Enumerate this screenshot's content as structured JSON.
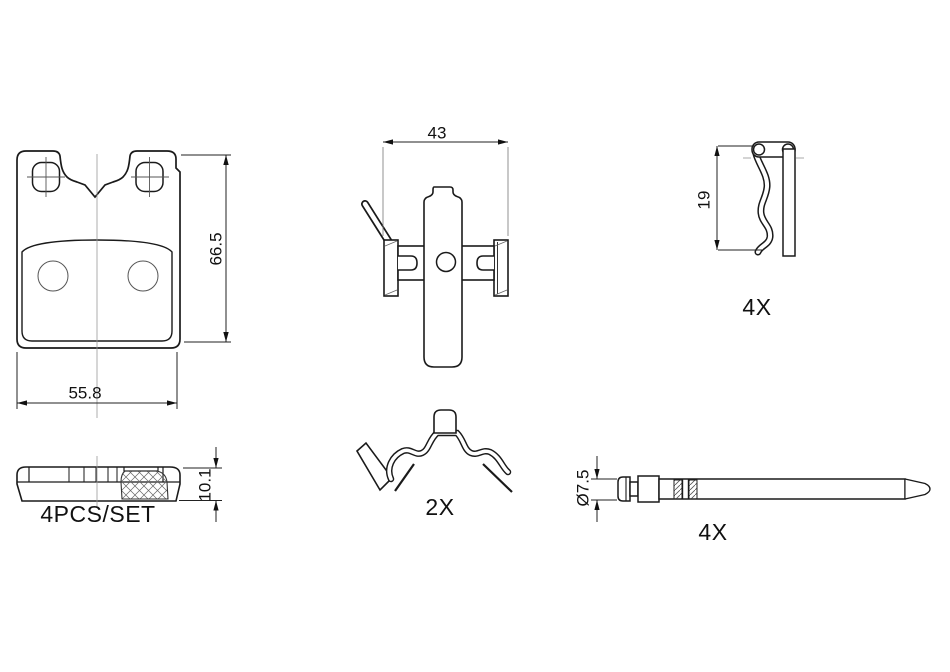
{
  "meta": {
    "drawing_type": "brake pad fitting kit technical drawing",
    "background_color": "#ffffff",
    "line_color": "#1a1a1a",
    "centerline_color": "#999999"
  },
  "parts": {
    "brake_pad": {
      "name": "brake pad",
      "front_view": {
        "width": "55.8",
        "height": "66.5"
      },
      "side_view": {
        "thickness": "10.1"
      },
      "set_label": "4PCS/SET"
    },
    "cross_spring": {
      "name": "pad retaining spring plate",
      "width": "43"
    },
    "r_clip": {
      "name": "retainer clip",
      "height": "19",
      "quantity": "4X"
    },
    "bow_spring": {
      "name": "anti-rattle spring",
      "quantity": "2X"
    },
    "guide_pin": {
      "name": "pad guide pin",
      "diameter": "Ø7.5",
      "quantity": "4X"
    }
  }
}
